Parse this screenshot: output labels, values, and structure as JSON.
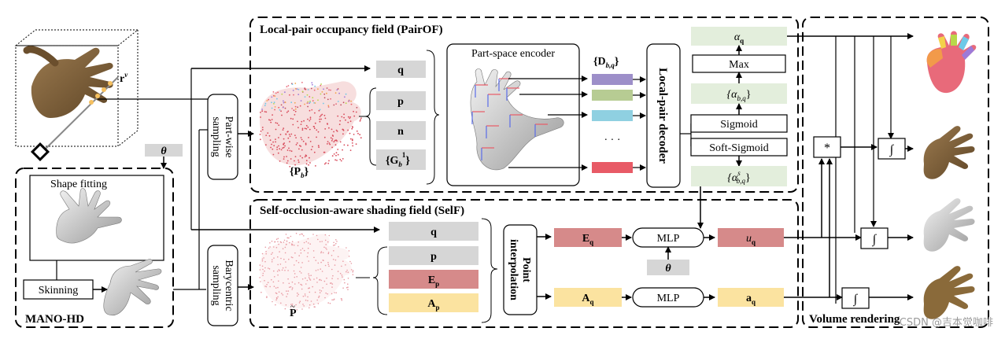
{
  "sections": {
    "pairof": "Local-pair occupancy field (PairOF)",
    "self": "Self-occlusion-aware shading field (SelF)",
    "mano": "MANO-HD",
    "volume": "Volume rendering"
  },
  "labels": {
    "ray": "r",
    "ray_sup": "v",
    "theta_top": "θ",
    "theta_mid": "θ",
    "shape_fitting": "Shape fitting",
    "skinning": "Skinning",
    "partwise_sampling": [
      "Part-wise",
      "sampling"
    ],
    "barycentric_sampling": [
      "Barycentric",
      "sampling"
    ],
    "part_space_encoder": "Part-space encoder",
    "local_pair_decoder": "Local-pair decoder",
    "point_interpolation": [
      "Point",
      "interpolation"
    ],
    "pb_set": "{P",
    "pb_sub": "b",
    "ptilde": "P",
    "dots": "· · ·"
  },
  "pairof_inputs": {
    "q": "q",
    "p": "p",
    "n": "n",
    "g": "{G",
    "g_sub": "b",
    "g_sup": "1"
  },
  "dbq": {
    "label": "{D",
    "sub": "b,q"
  },
  "alpha_outputs": {
    "alpha_q": "α",
    "alpha_q_sub": "q",
    "max": "Max",
    "alpha_bq": "{α",
    "alpha_bq_sub": "b,q",
    "sigmoid": "Sigmoid",
    "soft_sigmoid": "Soft-Sigmoid",
    "alpha_s": "{α",
    "alpha_s_sup": "s",
    "alpha_s_sub": "b,q"
  },
  "self_inputs": {
    "q": "q",
    "p": "p",
    "ep": "E",
    "ep_sub": "p",
    "ap": "A",
    "ap_sub": "p"
  },
  "self_outputs": {
    "eq": "E",
    "eq_sub": "q",
    "aq": "A",
    "aq_sub": "q",
    "mlp1": "MLP",
    "mlp2": "MLP",
    "uq": "u",
    "uq_sub": "q",
    "aqo": "a",
    "aqo_sub": "q"
  },
  "volume": {
    "mult": "*",
    "integral1": "∫",
    "integral2": "∫",
    "integral3": "∫"
  },
  "watermark": "CSDN @吉本觉咖啡",
  "colors": {
    "gray": "#d6d6d6",
    "green": "#e3eedc",
    "red": "#d68a8a",
    "yellow": "#fbe3a0",
    "purple": "#9d8fc9",
    "olive": "#b7cc93",
    "cyan": "#8fd0e1",
    "bright_red": "#e85a66"
  }
}
